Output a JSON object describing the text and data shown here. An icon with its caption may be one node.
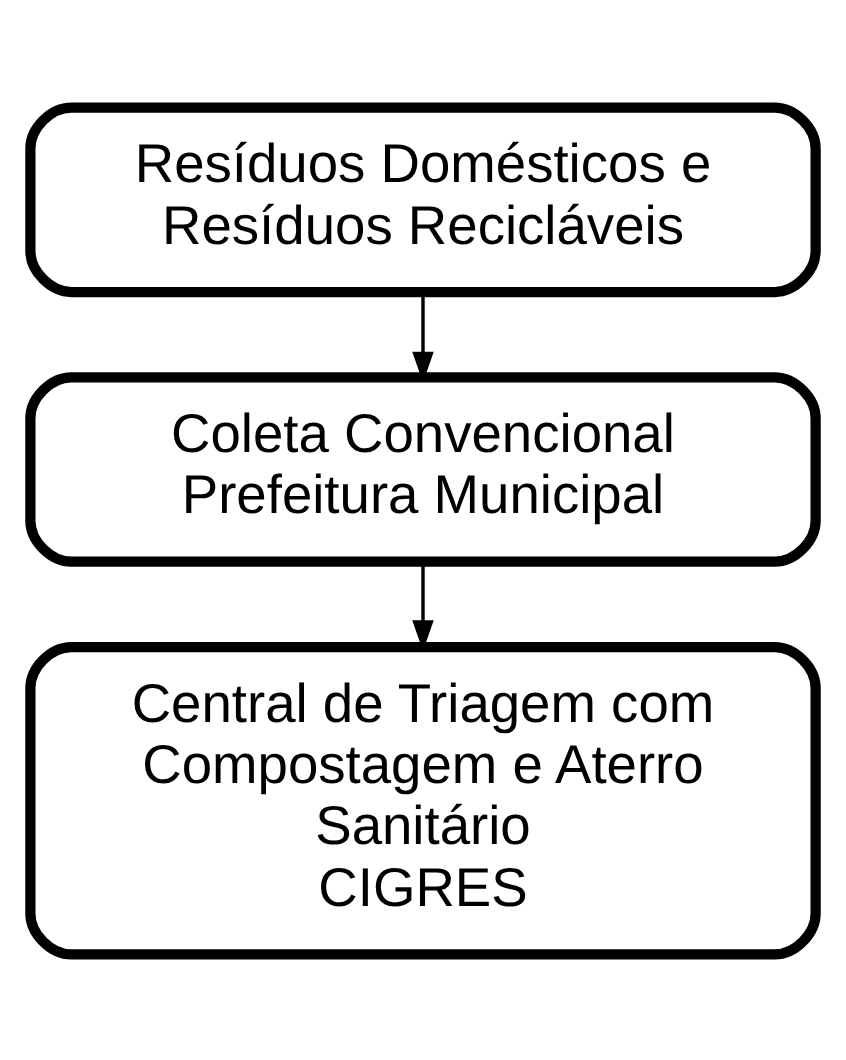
{
  "diagram": {
    "nodes": [
      {
        "text": [
          "Resíduos Domésticos e Resíduos Recicláveis"
        ]
      },
      {
        "text": [
          "Coleta Convencional",
          "Prefeitura Municipal"
        ]
      },
      {
        "text": [
          "Central de Triagem com Compostagem e Aterro Sanitário",
          "CIGRES"
        ]
      }
    ],
    "edges": [
      {
        "from": 0,
        "to": 1,
        "arrow": "to"
      },
      {
        "from": 1,
        "to": 2,
        "arrow": "to"
      }
    ]
  }
}
